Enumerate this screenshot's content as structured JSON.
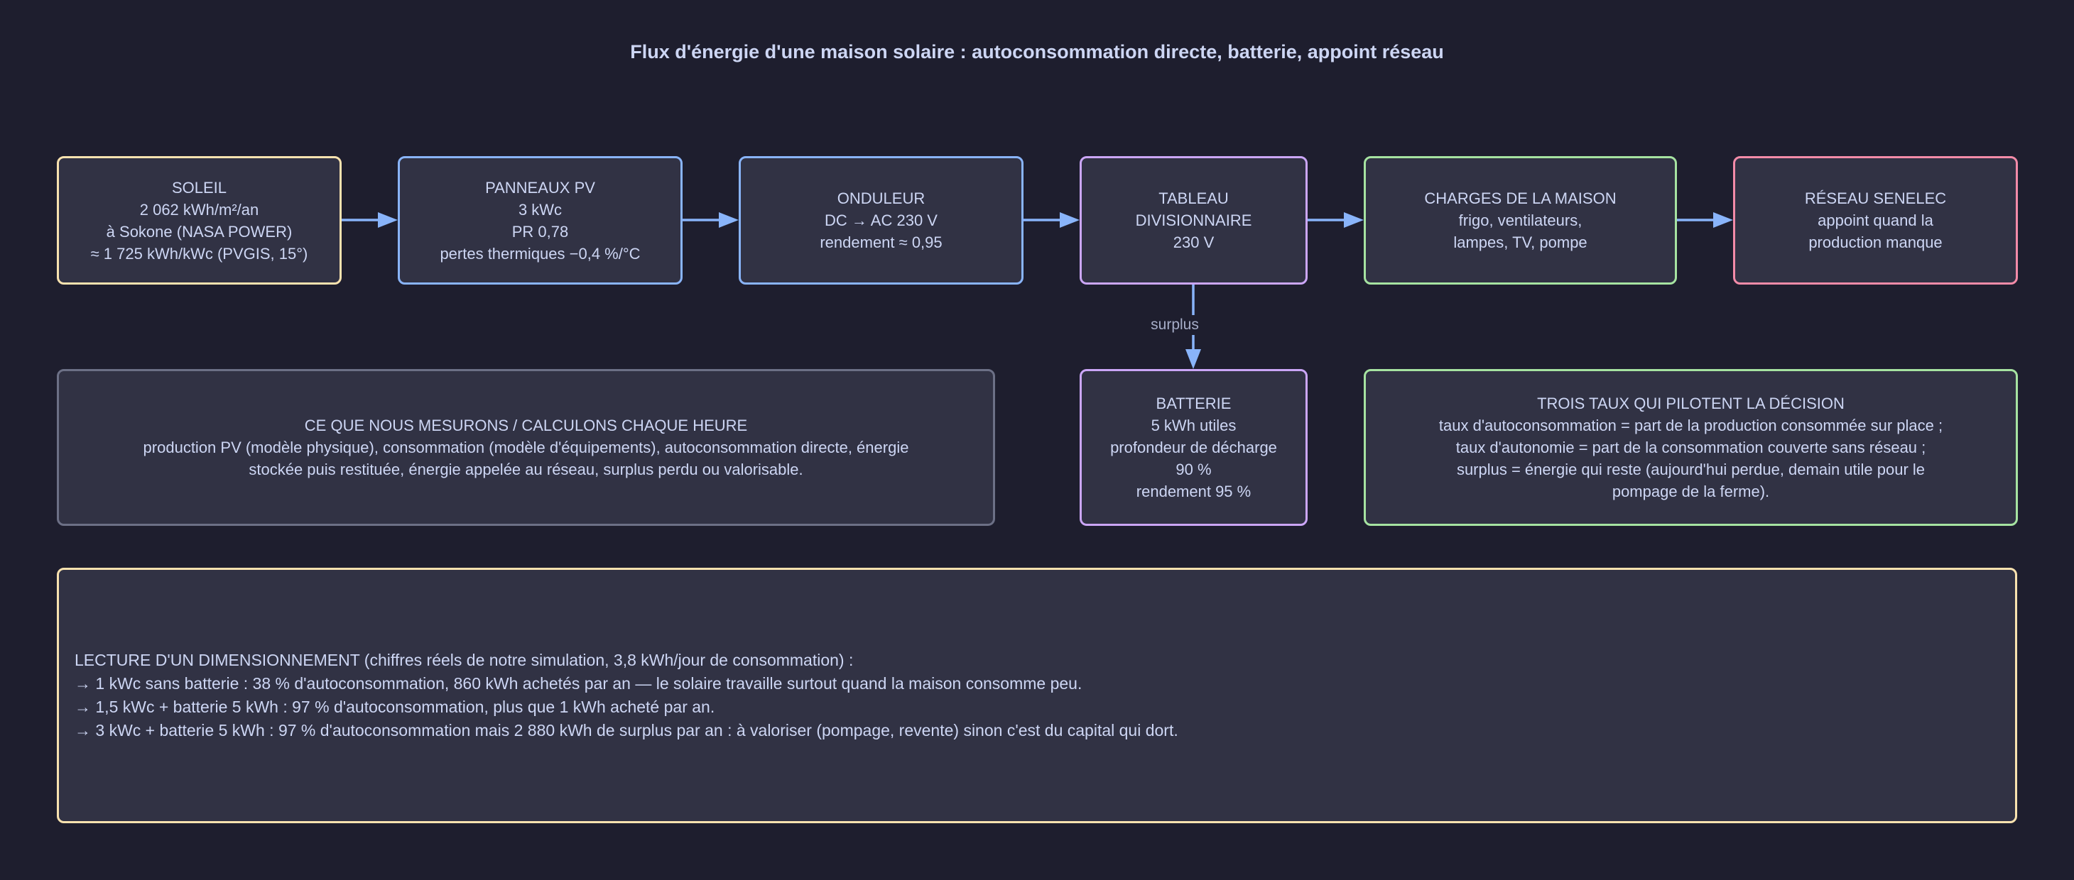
{
  "title": "Flux d'énergie d'une maison solaire : autoconsommation directe, batterie, appoint réseau",
  "colors": {
    "background": "#1e1e2e",
    "box_fill": "#313244",
    "text": "#cdd6f4",
    "arrow": "#89b4fa",
    "sun": "#f9e2af",
    "pv": "#89b4fa",
    "panel": "#cba6f7",
    "loads": "#a6e3a1",
    "grid": "#f38ba8",
    "notes": "#6c7086"
  },
  "nodes": {
    "soleil": [
      "SOLEIL",
      "2 062 kWh/m²/an",
      "à Sokone (NASA POWER)",
      "≈ 1 725 kWh/kWc (PVGIS, 15°)"
    ],
    "panneaux": [
      "PANNEAUX PV",
      "3 kWc",
      "PR 0,78",
      "pertes thermiques −0,4 %/°C"
    ],
    "onduleur": [
      "ONDULEUR",
      "DC → AC 230 V",
      "rendement ≈ 0,95"
    ],
    "tableau": [
      "TABLEAU",
      "DIVISIONNAIRE",
      "230 V"
    ],
    "charges": [
      "CHARGES DE LA MAISON",
      "frigo, ventilateurs,",
      "lampes, TV, pompe"
    ],
    "reseau": [
      "RÉSEAU SENELEC",
      "appoint quand la",
      "production manque"
    ],
    "batterie": [
      "BATTERIE",
      "5 kWh utiles",
      "profondeur de décharge",
      "90 %",
      "rendement 95 %"
    ],
    "mesures": [
      "CE QUE NOUS MESURONS / CALCULONS CHAQUE HEURE",
      "production PV (modèle physique), consommation (modèle d'équipements), autoconsommation directe, énergie",
      "stockée puis restituée, énergie appelée au réseau, surplus perdu ou valorisable."
    ],
    "taux": [
      "TROIS TAUX QUI PILOTENT LA DÉCISION",
      "taux d'autoconsommation = part de la production consommée sur place ;",
      "taux d'autonomie = part de la consommation couverte sans réseau ;",
      "surplus = énergie qui reste (aujourd'hui perdue, demain utile pour le",
      "pompage de la ferme)."
    ]
  },
  "edge_label_surplus": "surplus",
  "lecture": [
    "LECTURE D'UN DIMENSIONNEMENT (chiffres réels de notre simulation, 3,8 kWh/jour de consommation) :",
    "→ 1 kWc sans batterie : 38 % d'autoconsommation, 860 kWh achetés par an — le solaire travaille surtout quand la maison consomme peu.",
    "→ 1,5 kWc + batterie 5 kWh : 97 % d'autoconsommation, plus que 1 kWh acheté par an.",
    "→ 3 kWc + batterie 5 kWh : 97 % d'autoconsommation mais 2 880 kWh de surplus par an : à valoriser (pompage, revente) sinon c'est du capital qui dort."
  ]
}
